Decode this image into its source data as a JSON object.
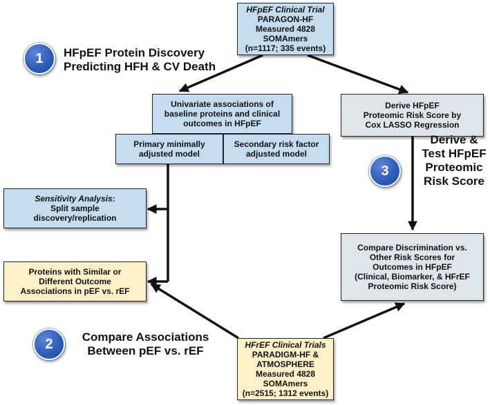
{
  "top_trial": {
    "title": "HFpEF Clinical Trial",
    "line1": "PARAGON-HF",
    "line2": "Measured 4828 SOMAmers",
    "line3": "(n=1117; 335 events)"
  },
  "step1": {
    "number": "1",
    "line1": "HFpEF Protein Discovery",
    "line2": "Predicting HFH & CV Death"
  },
  "univariate": {
    "line1": "Univariate associations of",
    "line2": "baseline proteins and clinical",
    "line3": "outcomes in HFpEF",
    "primary_line1": "Primary minimally",
    "primary_line2": "adjusted model",
    "secondary_line1": "Secondary risk factor",
    "secondary_line2": "adjusted model"
  },
  "derive_score": {
    "line1": "Derive HFpEF",
    "line2": "Proteomic Risk Score by",
    "line3": "Cox LASSO Regression"
  },
  "sensitivity": {
    "title": "Sensitivity Analysis",
    "title_suffix": ":",
    "line1": "Split sample",
    "line2": "discovery/replication"
  },
  "step3": {
    "number": "3",
    "line1": "Derive &",
    "line2": "Test HFpEF",
    "line3": "Proteomic",
    "line4": "Risk Score"
  },
  "compare_discrimination": {
    "line1": "Compare Discrimination vs.",
    "line2": "Other Risk Scores for",
    "line3": "Outcomes in HFpEF",
    "line4": "(Clinical, Biomarker, & HFrEF",
    "line5": "Proteomic Risk Score)"
  },
  "similar_proteins": {
    "line1": "Proteins with Similar or",
    "line2": "Different Outcome",
    "line3": "Associations in pEF vs. rEF"
  },
  "step2": {
    "number": "2",
    "line1": "Compare Associations",
    "line2": "Between pEF vs. rEF"
  },
  "bottom_trials": {
    "title": "HFrEF Clinical Trials",
    "line1": "PARADIGM-HF &",
    "line2": "ATMOSPHERE",
    "line3": "Measured 4828 SOMAmers",
    "line4": "(n=2515; 1312 events)"
  },
  "colors": {
    "blue_box": "#c5dbf0",
    "yellow_box": "#fdf0c9",
    "gray_box": "#dfe3ea",
    "circle": "#2f5db8"
  }
}
